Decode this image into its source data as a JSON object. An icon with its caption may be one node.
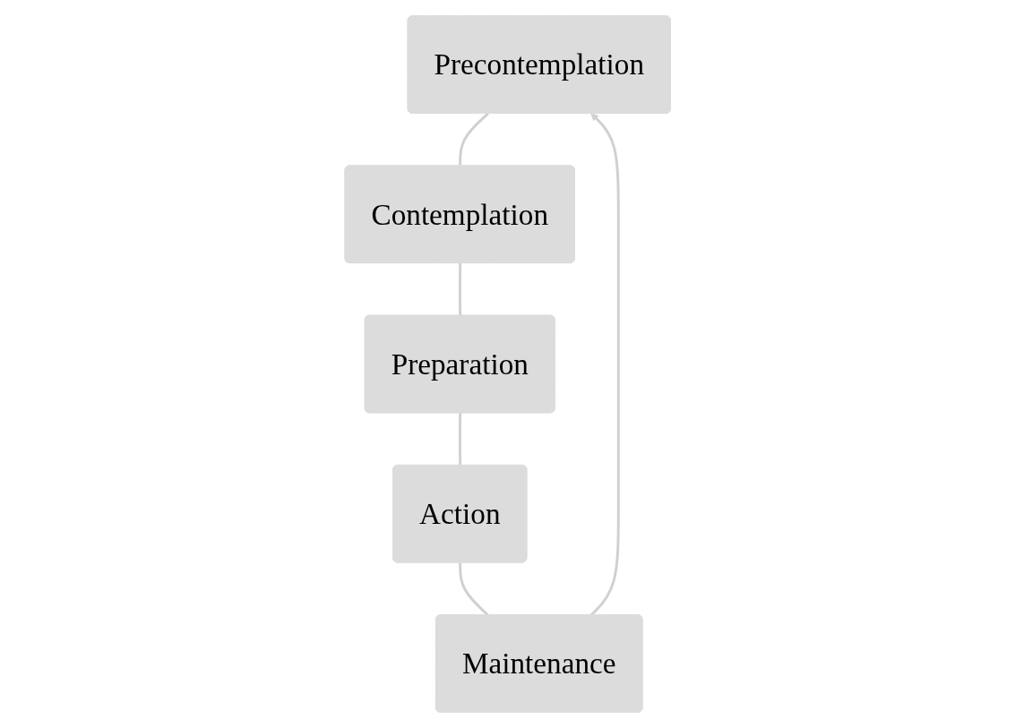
{
  "diagram": {
    "nodes": [
      {
        "text": [
          "Precontemplation"
        ]
      },
      {
        "text": [
          "Contemplation"
        ]
      },
      {
        "text": [
          "Preparation"
        ]
      },
      {
        "text": [
          "Action"
        ]
      },
      {
        "text": [
          "Maintenance"
        ]
      }
    ],
    "edges": [
      {
        "from": 0,
        "to": 1,
        "arrow": "none"
      },
      {
        "from": 1,
        "to": 2,
        "arrow": "none"
      },
      {
        "from": 2,
        "to": 3,
        "arrow": "none"
      },
      {
        "from": 3,
        "to": 4,
        "arrow": "none"
      },
      {
        "from": 4,
        "to": 0,
        "arrow": "to"
      }
    ]
  }
}
